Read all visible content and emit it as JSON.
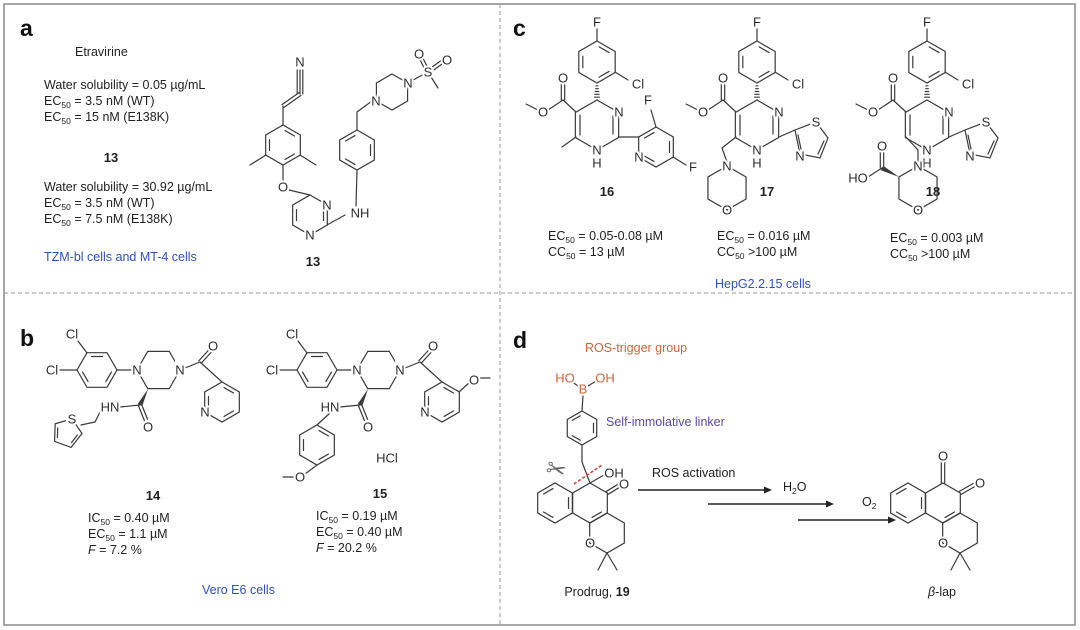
{
  "figure": {
    "panel_letters": {
      "a": "a",
      "b": "b",
      "c": "c",
      "d": "d"
    },
    "panel_a": {
      "etravirine_title": "Etravirine",
      "etravirine_props": [
        {
          "main": "Water solubility = 0.05 µg/mL",
          "sub": "",
          "rest": ""
        },
        {
          "main": "EC",
          "sub": "50",
          "rest": " = 3.5 nM (WT)"
        },
        {
          "main": "EC",
          "sub": "50",
          "rest": " = 15 nM (E138K)"
        }
      ],
      "compound_13_title": "13",
      "compound_13_props": [
        {
          "main": "Water solubility = 30.92 µg/mL",
          "sub": "",
          "rest": ""
        },
        {
          "main": "EC",
          "sub": "50",
          "rest": " = 3.5 nM (WT)"
        },
        {
          "main": "EC",
          "sub": "50",
          "rest": " = 7.5 nM (E138K)"
        }
      ],
      "cells": "TZM-bl cells and MT-4 cells",
      "structure_label": "13"
    },
    "panel_b": {
      "compounds": [
        {
          "label": "14",
          "props": [
            {
              "main": "IC",
              "sub": "50",
              "rest": " = 0.40 µM"
            },
            {
              "main": "EC",
              "sub": "50",
              "rest": " = 1.1 µM"
            },
            {
              "italic": "F",
              "rest": " = 7.2 %"
            }
          ]
        },
        {
          "label": "15",
          "props": [
            {
              "main": "IC",
              "sub": "50",
              "rest": " = 0.19 µM"
            },
            {
              "main": "EC",
              "sub": "50",
              "rest": " = 0.40 µM"
            },
            {
              "italic": "F",
              "rest": " = 20.2 %"
            }
          ]
        }
      ],
      "cells": "Vero E6 cells"
    },
    "panel_c": {
      "compounds": [
        {
          "label": "16",
          "props": [
            {
              "main": "EC",
              "sub": "50",
              "rest": " = 0.05-0.08 µM"
            },
            {
              "main": "CC",
              "sub": "50",
              "rest": " = 13 µM"
            }
          ]
        },
        {
          "label": "17",
          "props": [
            {
              "main": "EC",
              "sub": "50",
              "rest": " = 0.016 µM"
            },
            {
              "main": "CC",
              "sub": "50",
              "rest": " >100 µM"
            }
          ]
        },
        {
          "label": "18",
          "props": [
            {
              "main": "EC",
              "sub": "50",
              "rest": " = 0.003 µM"
            },
            {
              "main": "CC",
              "sub": "50",
              "rest": " >100 µM"
            }
          ]
        }
      ],
      "cells": "HepG2.2.15 cells"
    },
    "panel_d": {
      "trigger_label": "ROS-trigger group",
      "linker_label": "Self-immolative linker",
      "activation_label": "ROS activation",
      "reagent_1": {
        "main": "H",
        "sub": "2",
        "rest": "O"
      },
      "reagent_2": {
        "main": "O",
        "sub": "2",
        "rest": ""
      },
      "prodrug_label": {
        "text": "Prodrug, ",
        "bold": "19"
      },
      "product_label": {
        "italic": "β",
        "rest": "-lap"
      },
      "colors": {
        "trigger": "#d0653a",
        "linker": "#5a48b3",
        "cleavage": "#e53935"
      }
    }
  },
  "structures": {
    "s13": [
      "N",
      "O",
      "N",
      "N",
      "NH",
      "N",
      "N",
      "S",
      "O",
      "O"
    ],
    "s14": [
      "Cl",
      "Cl",
      "N",
      "N",
      "O",
      "N",
      "HN",
      "O",
      "S"
    ],
    "s15": [
      "Cl",
      "Cl",
      "N",
      "N",
      "O",
      "N",
      "O",
      "HN",
      "O",
      "O",
      "HCl"
    ],
    "s16": [
      "F",
      "Cl",
      "O",
      "O",
      "N",
      "N",
      "H",
      "N",
      "F",
      "F"
    ],
    "s17": [
      "F",
      "Cl",
      "O",
      "O",
      "N",
      "N",
      "H",
      "S",
      "N",
      "N",
      "O"
    ],
    "s18": [
      "F",
      "Cl",
      "O",
      "O",
      "N",
      "N",
      "H",
      "S",
      "N",
      "N",
      "O",
      "O",
      "HO"
    ],
    "s19": [
      "HO",
      "B",
      "OH",
      "OH",
      "O",
      "O"
    ],
    "beta_lap": [
      "O",
      "O",
      "O"
    ]
  },
  "colors": {
    "cells_text": "#2f4fc4",
    "border": "#8a8a8a",
    "divider": "#9a9a9a"
  }
}
